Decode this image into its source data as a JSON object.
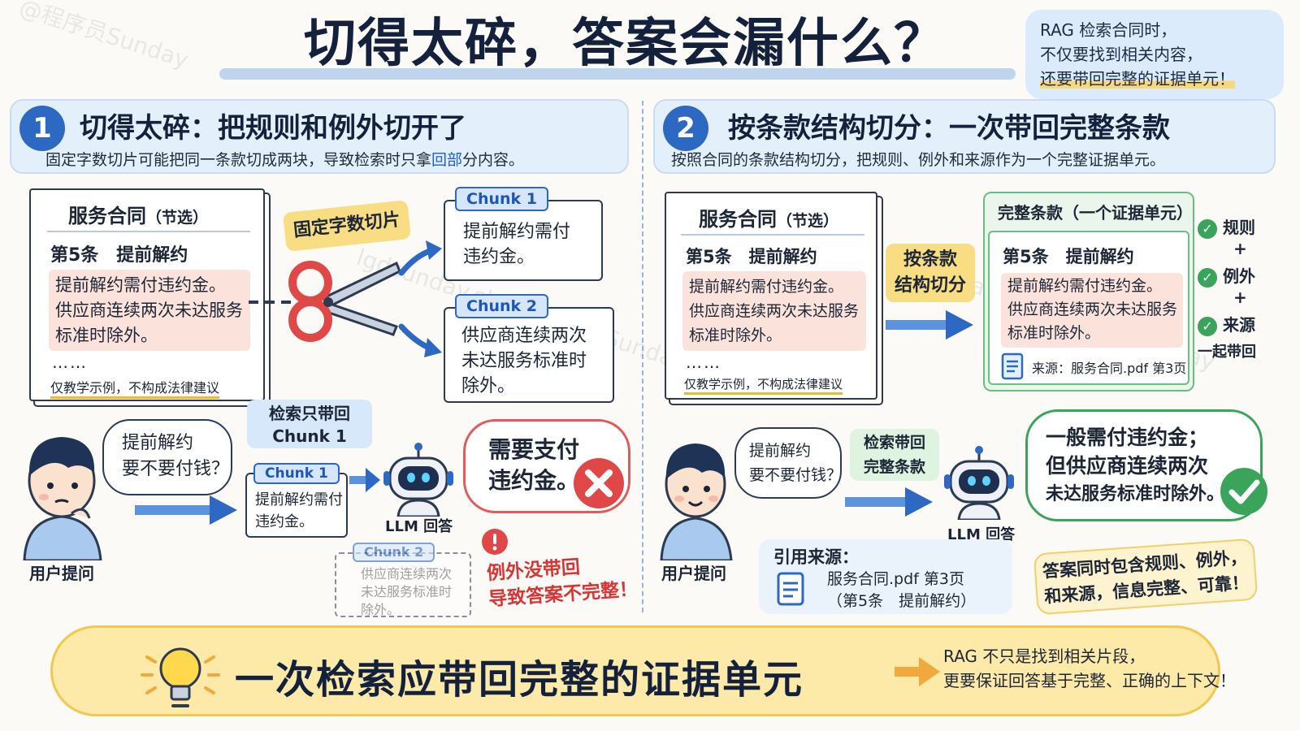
{
  "title": "切得太碎，答案会漏什么？",
  "top_note": {
    "line1": "RAG 检索合同时，",
    "line2": "不仅要找到相关内容，",
    "line3": "还要带回完整的证据单元！"
  },
  "left": {
    "number": "1",
    "heading": "切得太碎：把规则和例外切开了",
    "subtitle_a": "固定字数切片可能把同一条款切成两块，导致检索时只拿",
    "subtitle_b": "回部",
    "subtitle_c": "分内容。",
    "paper": {
      "title": "服务合同",
      "title_suffix": "（节选）",
      "article": "第5条　提前解约",
      "line1": "提前解约需付违约金。",
      "line2": "供应商连续两次未达服务",
      "line3": "标准时除外。",
      "dots": "……",
      "disclaimer": "仅教学示例，不构成法律建议"
    },
    "cut_label": "固定字数切片",
    "chunk1": {
      "tag": "Chunk 1",
      "text1": "提前解约需付",
      "text2": "违约金。"
    },
    "chunk2": {
      "tag": "Chunk 2",
      "text1": "供应商连续两次",
      "text2": "未达服务标准时",
      "text3": "除外。"
    },
    "question": {
      "line1": "提前解约",
      "line2": "要不要付钱？"
    },
    "user_caption": "用户提问",
    "retrieve_label": {
      "line1": "检索只带回",
      "line2": "Chunk 1"
    },
    "retrieved_chunk": {
      "tag": "Chunk 1",
      "text1": "提前解约需付",
      "text2": "违约金。"
    },
    "missed_chunk": {
      "tag": "Chunk 2",
      "text1": "供应商连续两次",
      "text2": "未达服务标准时",
      "text3": "除外。"
    },
    "llm_caption": "LLM 回答",
    "answer": {
      "line1": "需要支付",
      "line2": "违约金。"
    },
    "warning": {
      "line1": "例外没带回",
      "line2": "导致答案不完整！"
    }
  },
  "right": {
    "number": "2",
    "heading": "按条款结构切分：一次带回完整条款",
    "subtitle": "按照合同的条款结构切分，把规则、例外和来源作为一个完整证据单元。",
    "paper": {
      "title": "服务合同",
      "title_suffix": "（节选）",
      "article": "第5条　提前解约",
      "line1": "提前解约需付违约金。",
      "line2": "供应商连续两次未达服务",
      "line3": "标准时除外。",
      "dots": "……",
      "disclaimer": "仅教学示例，不构成法律建议"
    },
    "split_label": {
      "line1": "按条款",
      "line2": "结构切分"
    },
    "complete": {
      "header": "完整条款（一个证据单元）",
      "article": "第5条　提前解约",
      "line1": "提前解约需付违约金。",
      "line2": "供应商连续两次未达服务",
      "line3": "标准时除外。",
      "source": "来源：服务合同.pdf 第3页"
    },
    "checks": {
      "rule": "规则",
      "plus": "+",
      "exception": "例外",
      "source": "来源",
      "together": "一起带回"
    },
    "question": {
      "line1": "提前解约",
      "line2": "要不要付钱？"
    },
    "user_caption": "用户提问",
    "retrieve_label": {
      "line1": "检索带回",
      "line2": "完整条款"
    },
    "llm_caption": "LLM 回答",
    "answer": {
      "line1": "一般需付违约金；",
      "line2": "但供应商连续两次",
      "line3": "未达服务标准时除外。"
    },
    "citation": {
      "title": "引用来源：",
      "line1": "服务合同.pdf 第3页",
      "line2": "（第5条　提前解约）"
    },
    "good_note": {
      "line1": "答案同时包含规则、例外，",
      "line2": "和来源，信息完整、可靠！"
    }
  },
  "footer": {
    "main": "一次检索应带回完整的证据单元",
    "side1": "RAG 不只是找到相关片段，",
    "side2": "更要保证回答基于完整、正确的上下文！"
  },
  "watermarks": [
    "@程序员Sunday",
    "lgdsunday.club@程序员Sunday"
  ],
  "colors": {
    "accent_blue": "#2d69c3",
    "error_red": "#e25b5b",
    "ok_green": "#3aa55a",
    "highlight_yellow": "#f9dd82"
  }
}
